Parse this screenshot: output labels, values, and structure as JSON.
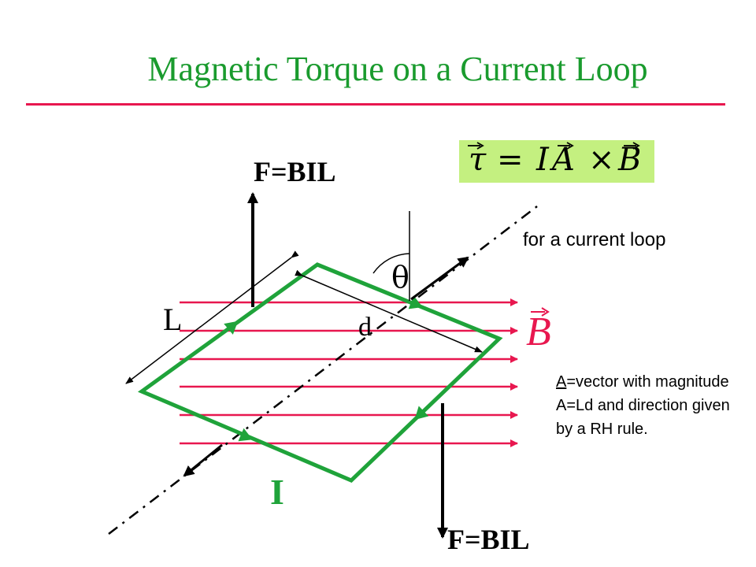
{
  "title": "Magnetic Torque on a Current Loop",
  "formula": {
    "tau": "τ",
    "equals": "=",
    "I": "I",
    "A": "A",
    "times": "×",
    "B": "B"
  },
  "labels": {
    "force_top": "F=BIL",
    "force_bottom": "F=BIL",
    "length": "L",
    "width": "d",
    "angle": "θ",
    "current": "I",
    "field": "B"
  },
  "notes": {
    "loop": "for a current loop",
    "area_prefix": "A",
    "area_text": "=vector with magnitude A=Ld and direction given by a RH rule."
  },
  "colors": {
    "title": "#1a9b2e",
    "rule": "#e8174f",
    "field_lines": "#e8174f",
    "loop": "#1fa33a",
    "formula_bg": "#c4f080"
  }
}
